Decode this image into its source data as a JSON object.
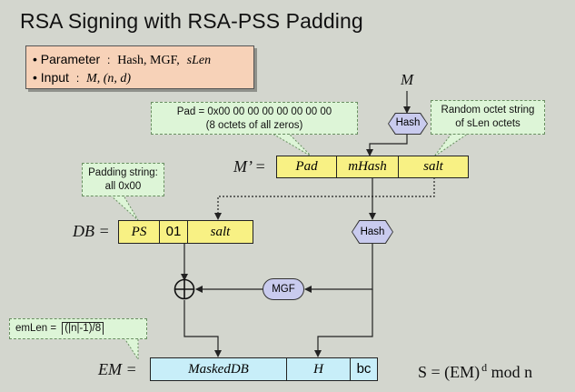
{
  "title": "RSA Signing with RSA-PSS Padding",
  "params": {
    "bullet": "•",
    "param_key": "Parameter",
    "param_sep": ":",
    "param_val_plain": "Hash, MGF,",
    "param_val_ital": "sLen",
    "input_key": "Input",
    "input_sep": ":",
    "input_val": "M, (n, d)"
  },
  "callouts": {
    "pad_line1": "Pad = 0x00 00 00 00 00 00 00 00",
    "pad_line2": "(8 octets of all zeros)",
    "random_line1": "Random octet string",
    "random_line2": "of sLen octets",
    "padding_line1": "Padding string:",
    "padding_line2": "all 0x00",
    "emlen_prefix": "emLen =",
    "emlen_value": "(|n|-1)/8"
  },
  "labels": {
    "m": "M",
    "m_prime": "M’ =",
    "db": "DB =",
    "em": "EM ="
  },
  "m_prime_cells": [
    "Pad",
    "mHash",
    "salt"
  ],
  "db_cells": [
    "PS",
    "01",
    "salt"
  ],
  "em_cells": [
    "MaskedDB",
    "H",
    "bc"
  ],
  "ops": {
    "hash_top": "Hash",
    "hash_mid": "Hash",
    "mgf": "MGF",
    "xor": "⊕"
  },
  "formula": {
    "prefix": "S = (EM)",
    "exp": "d",
    "suffix": " mod n"
  },
  "colors": {
    "background": "#d3d6ce",
    "field_yellow": "#f8f184",
    "field_cyan": "#c8eef9",
    "callout_green": "#ddf5d7",
    "param_box": "#f7d2b8",
    "op_lavender": "#c9cbee"
  }
}
